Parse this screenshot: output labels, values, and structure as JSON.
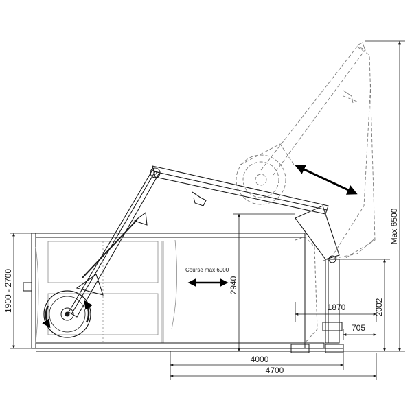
{
  "dimensions": {
    "max_height": "Max 6500",
    "container_height": "1900 - 2700",
    "arm_height": "2940",
    "post_offset": "1870",
    "post_height": "2002",
    "foot_offset": "705",
    "base_length": "4000",
    "total_length": "4700"
  },
  "notes": {
    "stroke": "Course max 6900"
  },
  "colors": {
    "ink": "#1a1a1a",
    "ghost": "#7a7a7a",
    "container_line": "#8a8a8a"
  }
}
